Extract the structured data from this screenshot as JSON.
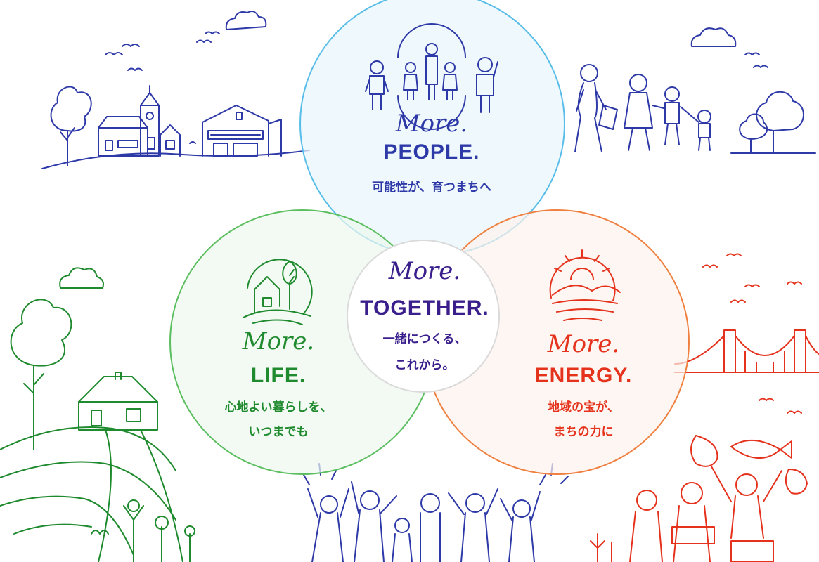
{
  "colors": {
    "people": "#2E39A8",
    "people_stroke": "#58BDE8",
    "life": "#1F8A2E",
    "life_stroke": "#5BBE5F",
    "energy": "#E5321C",
    "energy_stroke": "#F08040",
    "together": "#3A1F8C"
  },
  "circles": {
    "people": {
      "script": "More.",
      "title": "PEOPLE.",
      "tagline": "可能性が、育つまちへ",
      "icon": "family-in-circle-icon"
    },
    "life": {
      "script": "More.",
      "title": "LIFE.",
      "tagline_line1": "心地よい暮らしを、",
      "tagline_line2": "いつまでも",
      "icon": "house-and-tree-icon"
    },
    "energy": {
      "script": "More.",
      "title": "ENERGY.",
      "tagline_line1": "地域の宝が、",
      "tagline_line2": "まちの力に",
      "icon": "sunrise-over-hills-icon"
    },
    "together": {
      "script": "More.",
      "title": "TOGETHER.",
      "tagline_line1": "一緒につくる、",
      "tagline_line2": "これから。"
    }
  },
  "illustrations": [
    "town-with-church-illustration",
    "walking-family-illustration",
    "countryside-house-illustration",
    "cheering-crowd-illustration",
    "fishermen-and-bridge-illustration"
  ]
}
